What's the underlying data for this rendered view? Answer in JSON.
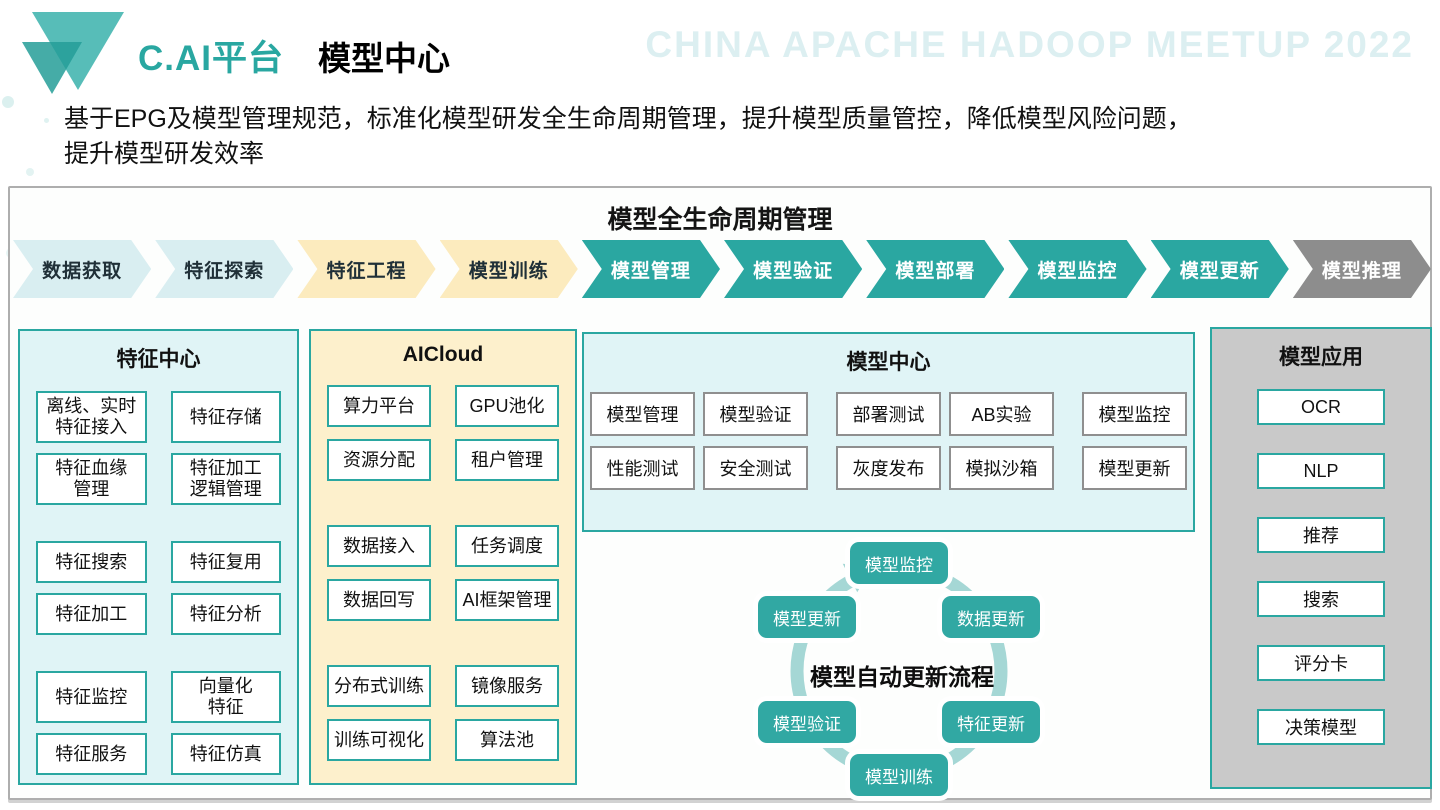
{
  "header": {
    "brand": "C.AI平台",
    "title": "模型中心",
    "watermark": "CHINA APACHE HADOOP MEETUP 2022",
    "subtitle": "基于EPG及模型管理规范，标准化模型研发全生命周期管理，提升模型质量管控，降低模型风险问题，\n提升模型研发效率"
  },
  "board": {
    "title": "模型全生命周期管理",
    "chevrons": [
      {
        "label": "数据获取",
        "style": "cyan"
      },
      {
        "label": "特征探索",
        "style": "cyan"
      },
      {
        "label": "特征工程",
        "style": "yellow"
      },
      {
        "label": "模型训练",
        "style": "yellow"
      },
      {
        "label": "模型管理",
        "style": "teal"
      },
      {
        "label": "模型验证",
        "style": "teal"
      },
      {
        "label": "模型部署",
        "style": "teal"
      },
      {
        "label": "模型监控",
        "style": "teal"
      },
      {
        "label": "模型更新",
        "style": "teal"
      },
      {
        "label": "模型推理",
        "style": "gray"
      }
    ],
    "feature_center": {
      "title": "特征中心",
      "boxes": [
        "离线、实时\n特征接入",
        "特征存储",
        "特征血缘\n管理",
        "特征加工\n逻辑管理",
        "特征搜索",
        "特征复用",
        "特征加工",
        "特征分析",
        "特征监控",
        "向量化\n特征",
        "特征服务",
        "特征仿真"
      ]
    },
    "aicloud": {
      "title": "AICloud",
      "boxes": [
        "算力平台",
        "GPU池化",
        "资源分配",
        "租户管理",
        "数据接入",
        "任务调度",
        "数据回写",
        "AI框架管理",
        "分布式训练",
        "镜像服务",
        "训练可视化",
        "算法池"
      ]
    },
    "model_center": {
      "title": "模型中心",
      "boxes": [
        "模型管理",
        "模型验证",
        "部署测试",
        "AB实验",
        "模型监控",
        "性能测试",
        "安全测试",
        "灰度发布",
        "模拟沙箱",
        "模型更新"
      ]
    },
    "model_app": {
      "title": "模型应用",
      "boxes": [
        "OCR",
        "NLP",
        "推荐",
        "搜索",
        "评分卡",
        "决策模型"
      ]
    },
    "cycle": {
      "title": "模型自动更新流程",
      "nodes": [
        "模型监控",
        "数据更新",
        "特征更新",
        "模型训练",
        "模型验证",
        "模型更新"
      ]
    }
  },
  "icons": {
    "logo": "double-triangle-logo",
    "cycle_ring": "clockwise-arrow-ring"
  },
  "colors": {
    "teal": "#2aa7a1",
    "arc_light_teal": "#a5d7d5",
    "panel_cyan": "#e0f4f6",
    "panel_yellow": "#fdf0cc",
    "panel_gray": "#c9c9c9",
    "chevron_cyan": "#d9eef1",
    "chevron_yellow": "#fcebbe",
    "chevron_gray": "#8d8d8d",
    "watermark": "#dceff1"
  }
}
